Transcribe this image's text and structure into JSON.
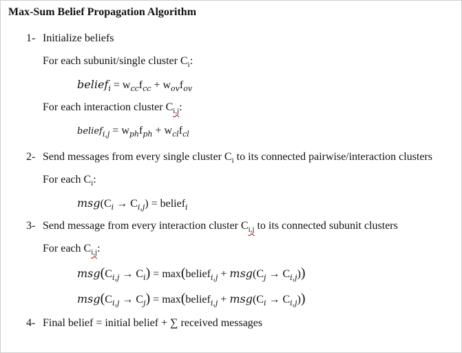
{
  "title": "Max-Sum Belief Propagation Algorithm",
  "steps": [
    {
      "num": "1-",
      "text": "Initialize beliefs"
    },
    {
      "num": "2-",
      "text": "Send messages from every single cluster C"
    },
    {
      "num": "3-",
      "text": "Send message from every interaction cluster C"
    },
    {
      "num": "4-",
      "text": "Final belief = initial belief + ∑ received messages"
    }
  ],
  "step2_tail": " to its connected pairwise/interaction clusters",
  "step3_tail": " to its connected subunit clusters",
  "lines": {
    "for_subunit": "For each subunit/single cluster C",
    "for_interaction": "For each interaction cluster C",
    "for_each_ci": "For each C",
    "for_each_cij": "For each C"
  },
  "subscripts": {
    "i": "i",
    "ij": "i,j",
    "j": "j"
  },
  "tokens": {
    "belief": "belief",
    "msg": "msg",
    "max": "max",
    "w": "w",
    "f": "f",
    "cc": "cc",
    "ov": "ov",
    "ph": "ph",
    "cl": "cl",
    "eq": "=",
    "plus": "+",
    "arrow": "→",
    "colon": ":",
    "C": "C",
    "lparen": "(",
    "rparen": ")",
    "comma_ij": "i,j",
    "i": "i",
    "j": "j"
  }
}
